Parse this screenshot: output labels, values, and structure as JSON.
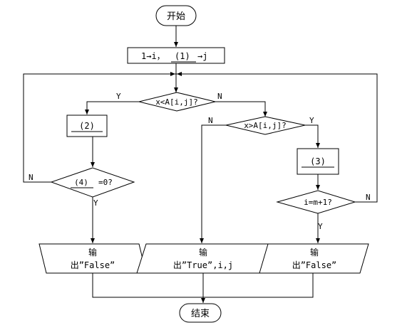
{
  "nodes": {
    "start": "开始",
    "init_a": "1→i，",
    "init_blank": "(1)",
    "init_b": "→j",
    "cond_less": "x<A[i,j]?",
    "box2": "(2)",
    "cond_greater": "x>A[i,j]?",
    "box3": "(3)",
    "cond4_blank": "(4)",
    "cond4_tail": "=0?",
    "cond_im": "i=m+1?",
    "out1_line1": "输",
    "out1_line2": "出”False”",
    "out2_line1": "输",
    "out2_line2": "出”True”,i,j",
    "out3_line1": "输",
    "out3_line2": "出”False”",
    "end": "结束"
  },
  "edge_labels": {
    "less_yes": "Y",
    "less_no": "N",
    "greater_no": "N",
    "greater_yes": "Y",
    "cond4_no": "N",
    "cond4_yes": "Y",
    "im_yes": "Y",
    "im_no": "N"
  }
}
